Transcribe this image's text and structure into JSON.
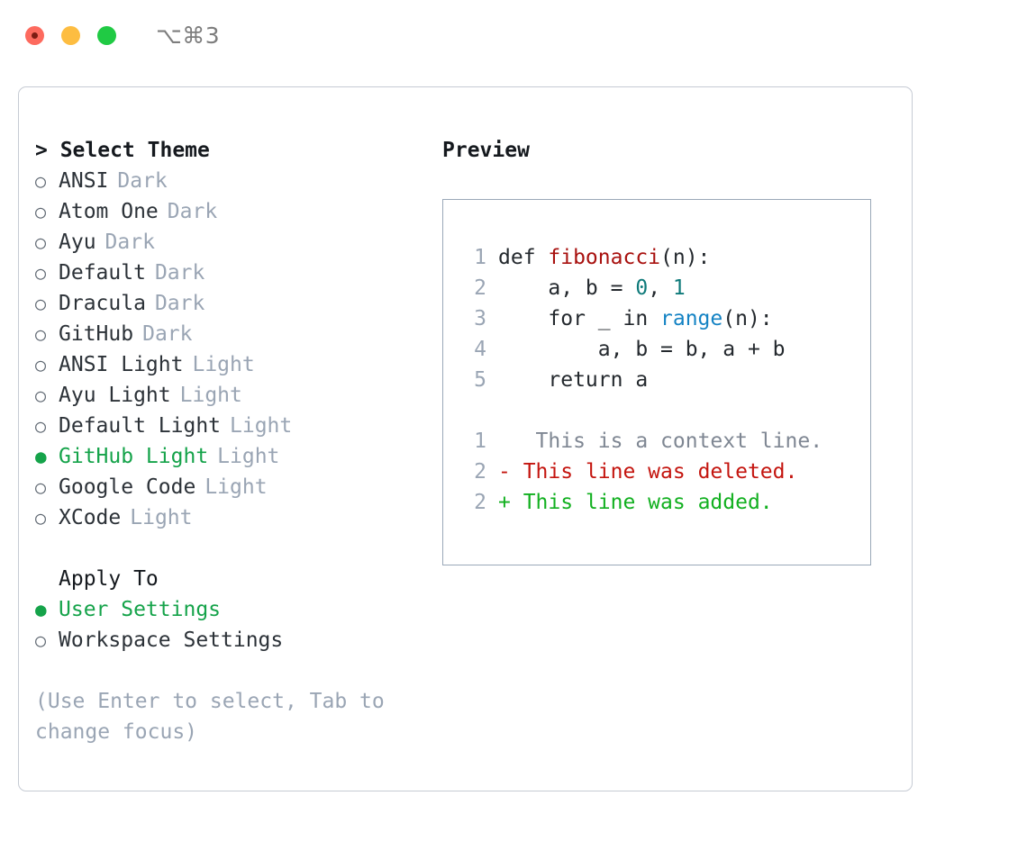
{
  "window": {
    "shortcut": "⌥⌘3",
    "traffic_lights": [
      "close",
      "minimize",
      "maximize"
    ]
  },
  "theme_picker": {
    "header": "> Select Theme",
    "selected_index": 9,
    "options": [
      {
        "bullet": "○",
        "label": "ANSI",
        "suffix": "Dark",
        "selected": false
      },
      {
        "bullet": "○",
        "label": "Atom One",
        "suffix": "Dark",
        "selected": false
      },
      {
        "bullet": "○",
        "label": "Ayu",
        "suffix": "Dark",
        "selected": false
      },
      {
        "bullet": "○",
        "label": "Default",
        "suffix": "Dark",
        "selected": false
      },
      {
        "bullet": "○",
        "label": "Dracula",
        "suffix": "Dark",
        "selected": false
      },
      {
        "bullet": "○",
        "label": "GitHub",
        "suffix": "Dark",
        "selected": false
      },
      {
        "bullet": "○",
        "label": "ANSI Light",
        "suffix": "Light",
        "selected": false
      },
      {
        "bullet": "○",
        "label": "Ayu Light",
        "suffix": "Light",
        "selected": false
      },
      {
        "bullet": "○",
        "label": "Default Light",
        "suffix": "Light",
        "selected": false
      },
      {
        "bullet": "●",
        "label": "GitHub Light",
        "suffix": "Light",
        "selected": true
      },
      {
        "bullet": "○",
        "label": "Google Code",
        "suffix": "Light",
        "selected": false
      },
      {
        "bullet": "○",
        "label": "XCode",
        "suffix": "Light",
        "selected": false
      }
    ]
  },
  "apply_to": {
    "header": "Apply To",
    "options": [
      {
        "bullet": "●",
        "label": "User Settings",
        "selected": true
      },
      {
        "bullet": "○",
        "label": "Workspace Settings",
        "selected": false
      }
    ]
  },
  "help": {
    "text": "(Use Enter to select, Tab to change focus)"
  },
  "preview": {
    "title": "Preview",
    "code_lines": [
      {
        "num": "1",
        "tokens": [
          {
            "t": "def ",
            "c": "plain"
          },
          {
            "t": "fibonacci",
            "c": "fn"
          },
          {
            "t": "(n):",
            "c": "plain"
          }
        ]
      },
      {
        "num": "2",
        "tokens": [
          {
            "t": "    a, b = ",
            "c": "plain"
          },
          {
            "t": "0",
            "c": "num"
          },
          {
            "t": ", ",
            "c": "plain"
          },
          {
            "t": "1",
            "c": "num"
          }
        ]
      },
      {
        "num": "3",
        "tokens": [
          {
            "t": "    for _ in ",
            "c": "plain"
          },
          {
            "t": "range",
            "c": "builtin"
          },
          {
            "t": "(n):",
            "c": "plain"
          }
        ]
      },
      {
        "num": "4",
        "tokens": [
          {
            "t": "        a, b = b, a + b",
            "c": "plain"
          }
        ]
      },
      {
        "num": "5",
        "tokens": [
          {
            "t": "    return a",
            "c": "plain"
          }
        ]
      }
    ],
    "diff_lines": [
      {
        "num": "1",
        "marker": " ",
        "text": "  This is a context line.",
        "kind": "ctx"
      },
      {
        "num": "2",
        "marker": "-",
        "text": " This line was deleted.",
        "kind": "del"
      },
      {
        "num": "2",
        "marker": "+",
        "text": " This line was added.",
        "kind": "add"
      }
    ]
  },
  "colors": {
    "accent_green": "#15a34a",
    "muted": "#9aa5b4",
    "text": "#24292e",
    "fn_red": "#a8110f",
    "num_teal": "#0f7a7a",
    "builtin_blue": "#1583c4",
    "diff_add": "#12b020",
    "diff_del": "#c4150f",
    "panel_border": "#c6cbd4",
    "code_border": "#9aa8b8"
  }
}
